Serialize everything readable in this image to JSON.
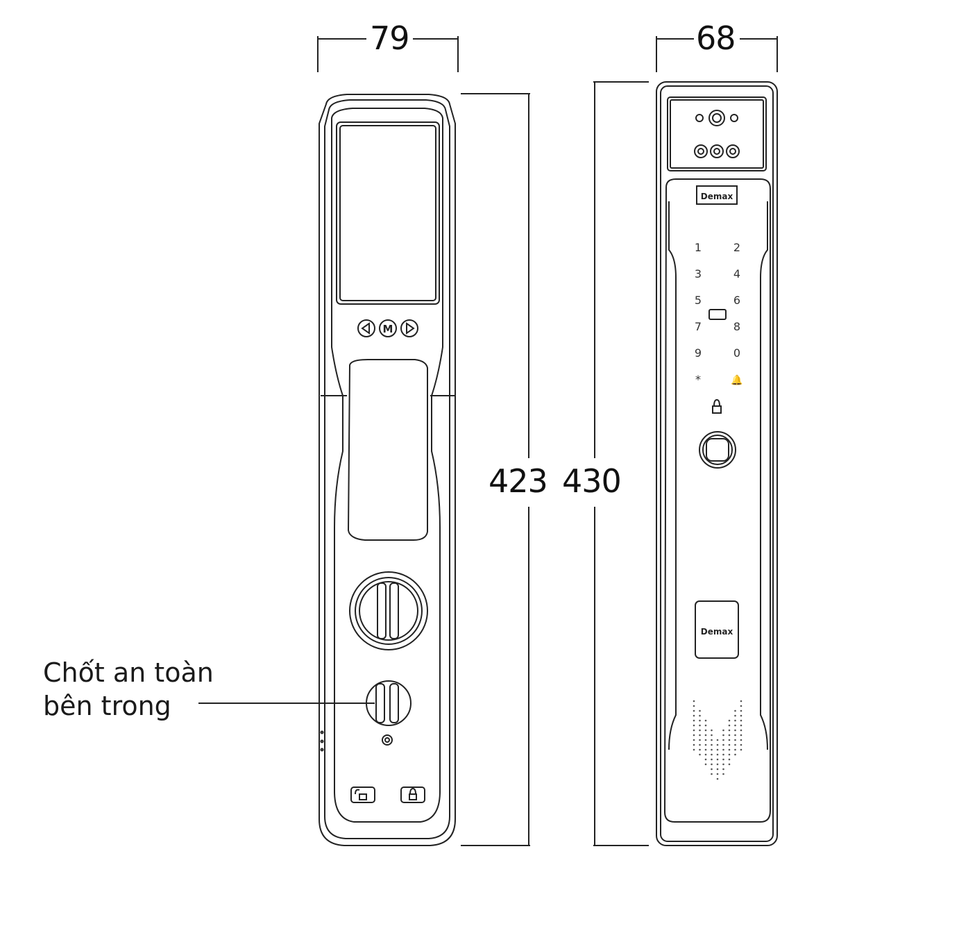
{
  "dimensions": {
    "inner_width": "79",
    "outer_width": "68",
    "inner_height": "423",
    "outer_height": "430"
  },
  "callout": {
    "line1": "Chốt an toàn",
    "line2": "bên trong"
  },
  "inner_lock": {
    "nav_buttons": [
      "◁",
      "M",
      "▷"
    ]
  },
  "outer_lock": {
    "brand": "Demax",
    "keypad": [
      "1",
      "2",
      "3",
      "4",
      "5",
      "6",
      "7",
      "8",
      "9",
      "0",
      "*",
      "🔔"
    ],
    "card_label": "Demax"
  },
  "colors": {
    "line": "#222222",
    "background": "#ffffff"
  }
}
